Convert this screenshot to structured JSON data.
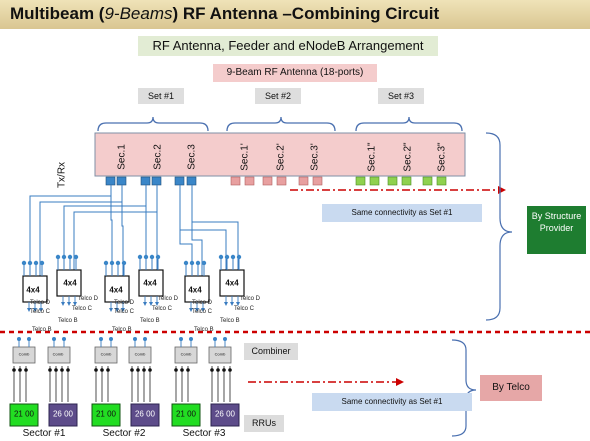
{
  "title": {
    "prefix": "Multibeam (",
    "italic": "9-Beams",
    "suffix": ") RF Antenna –Combining Circuit"
  },
  "subtitle": "RF Antenna, Feeder and eNodeB Arrangement",
  "antenna_label": "9-Beam RF Antenna (18-ports)",
  "sets": [
    "Set #1",
    "Set #2",
    "Set #3"
  ],
  "sectors": [
    "Sec.1",
    "Sec.2",
    "Sec.3",
    "Sec.1'",
    "Sec.2'",
    "Sec.3'",
    "Sec.1\"",
    "Sec.2\"",
    "Sec.3\""
  ],
  "txrx": "Tx/Rx",
  "mimo_label": "4x4",
  "telco_labels": {
    "b": "Telco B",
    "c": "Telco C",
    "d": "Telco D"
  },
  "combiner_box_label": "Comb",
  "same_connectivity": "Same connectivity as Set #1",
  "by_structure_provider": "By Structure Provider",
  "combiner_label": "Combiner",
  "by_telco": "By Telco",
  "rrus_label": "RRUs",
  "rru_values": [
    "21 00",
    "26 00"
  ],
  "sector_labels": [
    "Sector #1",
    "Sector #2",
    "Sector #3"
  ],
  "colors": {
    "title_bar": "#e5d4a1",
    "subtitle_bg": "#e2ecd4",
    "antenna_fill": "#f4cccc",
    "port_set1": "#3a86c8",
    "port_set2": "#e8a0a0",
    "port_set3": "#8fd14f",
    "provider_box": "#1e7d30",
    "telco_box": "#e6a7a7",
    "rru_green": "#22dd22",
    "rru_purple": "#5d4c8a",
    "dashed_line": "#cc0000",
    "wire": "#3a7cc0"
  }
}
